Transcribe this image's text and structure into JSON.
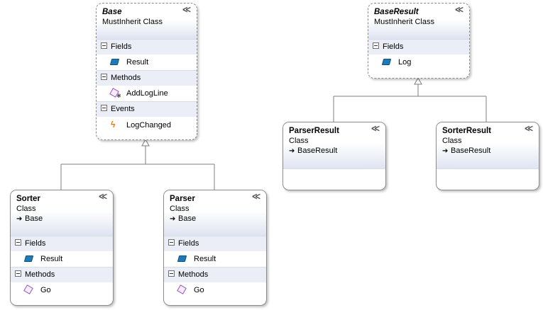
{
  "diagram": {
    "classes": [
      {
        "id": "base",
        "name": "Base",
        "stereotype": "MustInherit Class",
        "collapse_glyph": "≪",
        "sections": [
          {
            "title": "Fields",
            "members": [
              {
                "icon": "field",
                "label": "Result"
              }
            ]
          },
          {
            "title": "Methods",
            "members": [
              {
                "icon": "protected-method",
                "label": "AddLogLine"
              }
            ]
          },
          {
            "title": "Events",
            "members": [
              {
                "icon": "event",
                "label": "LogChanged"
              }
            ]
          }
        ]
      },
      {
        "id": "baseresult",
        "name": "BaseResult",
        "stereotype": "MustInherit Class",
        "collapse_glyph": "≪",
        "sections": [
          {
            "title": "Fields",
            "members": [
              {
                "icon": "field",
                "label": "Log"
              }
            ]
          }
        ]
      },
      {
        "id": "parserresult",
        "name": "ParserResult",
        "stereotype": "Class",
        "base_label": "BaseResult",
        "collapse_glyph": "≪"
      },
      {
        "id": "sorterresult",
        "name": "SorterResult",
        "stereotype": "Class",
        "base_label": "BaseResult",
        "collapse_glyph": "≪"
      },
      {
        "id": "sorter",
        "name": "Sorter",
        "stereotype": "Class",
        "base_label": "Base",
        "collapse_glyph": "≪",
        "sections": [
          {
            "title": "Fields",
            "members": [
              {
                "icon": "field",
                "label": "Result"
              }
            ]
          },
          {
            "title": "Methods",
            "members": [
              {
                "icon": "method",
                "label": "Go"
              }
            ]
          }
        ]
      },
      {
        "id": "parser",
        "name": "Parser",
        "stereotype": "Class",
        "base_label": "Base",
        "collapse_glyph": "≪",
        "sections": [
          {
            "title": "Fields",
            "members": [
              {
                "icon": "field",
                "label": "Result"
              }
            ]
          },
          {
            "title": "Methods",
            "members": [
              {
                "icon": "method",
                "label": "Go"
              }
            ]
          }
        ]
      }
    ],
    "colors": {
      "border": "#8c8c8c",
      "header_gradient": "#dfe4f1",
      "section_bg": "#ebeef6",
      "field_icon": "#1f7ab8",
      "method_icon": "#9b55c8",
      "event_icon": "#f0760e",
      "connector": "#7f7f7f"
    }
  }
}
